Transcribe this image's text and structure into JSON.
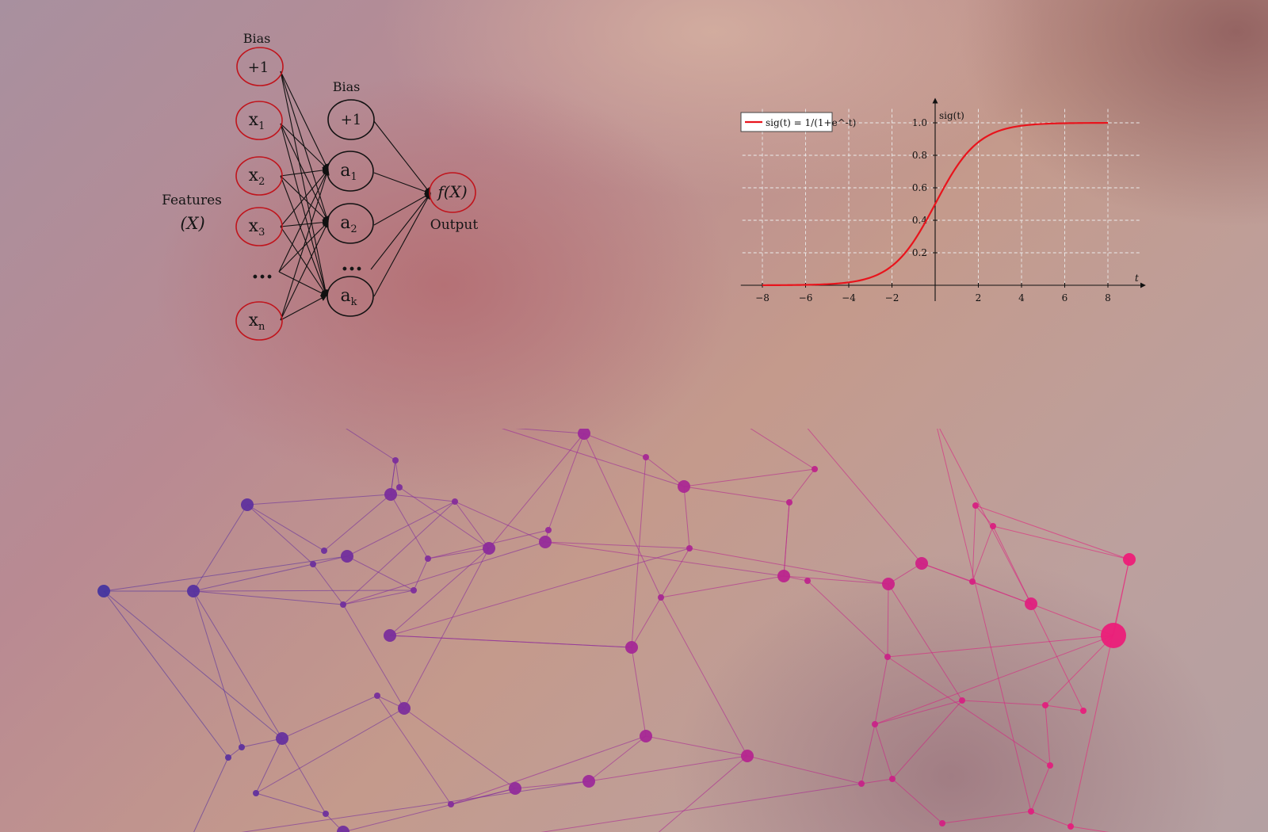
{
  "network_diagram": {
    "labels": {
      "bias_input": "Bias",
      "bias_hidden": "Bias",
      "features": "Features",
      "features_symbol": "(X)",
      "output": "Output",
      "output_node": "f(X)",
      "ellipsis": "..."
    },
    "input_nodes": [
      {
        "main": "+1",
        "sub": ""
      },
      {
        "main": "x",
        "sub": "1"
      },
      {
        "main": "x",
        "sub": "2"
      },
      {
        "main": "x",
        "sub": "3"
      },
      {
        "main": "x",
        "sub": "n"
      }
    ],
    "hidden_nodes": [
      {
        "main": "+1",
        "sub": ""
      },
      {
        "main": "a",
        "sub": "1"
      },
      {
        "main": "a",
        "sub": "2"
      },
      {
        "main": "a",
        "sub": "k"
      }
    ],
    "colors": {
      "input_stroke": "#c0141c",
      "hidden_stroke": "#111111",
      "output_stroke": "#c0141c",
      "edge": "#111111"
    }
  },
  "chart_data": {
    "type": "line",
    "legend_text": "sig(t) = 1/(1+e^-t)",
    "legend_placement": "top-left",
    "ylabel": "sig(t)",
    "xlabel": "t",
    "xlim": [
      -9,
      9.5
    ],
    "ylim": [
      0,
      1.1
    ],
    "xticks": [
      -8,
      -6,
      -4,
      -2,
      2,
      4,
      6,
      8
    ],
    "xtick_labels": [
      "−8",
      "−6",
      "−4",
      "−2",
      "2",
      "4",
      "6",
      "8"
    ],
    "yticks": [
      0.2,
      0.4,
      0.6,
      0.8,
      1.0
    ],
    "ytick_labels": [
      "0.2",
      "0.4",
      "0.6",
      "0.8",
      "1.0"
    ],
    "grid": true,
    "series": [
      {
        "function": "sigmoid",
        "color": "#e8141c",
        "x_range": [
          -8,
          8
        ],
        "x": [
          -8,
          -6,
          -4,
          -3,
          -2,
          -1,
          0,
          1,
          2,
          3,
          4,
          6,
          8
        ],
        "y": [
          0.0003,
          0.0025,
          0.018,
          0.047,
          0.119,
          0.269,
          0.5,
          0.731,
          0.881,
          0.953,
          0.982,
          0.9975,
          0.9997
        ]
      }
    ]
  },
  "background_mesh": {
    "colors": {
      "left": "#4535a0",
      "mid": "#9a2a9a",
      "right": "#ee1e78"
    }
  }
}
